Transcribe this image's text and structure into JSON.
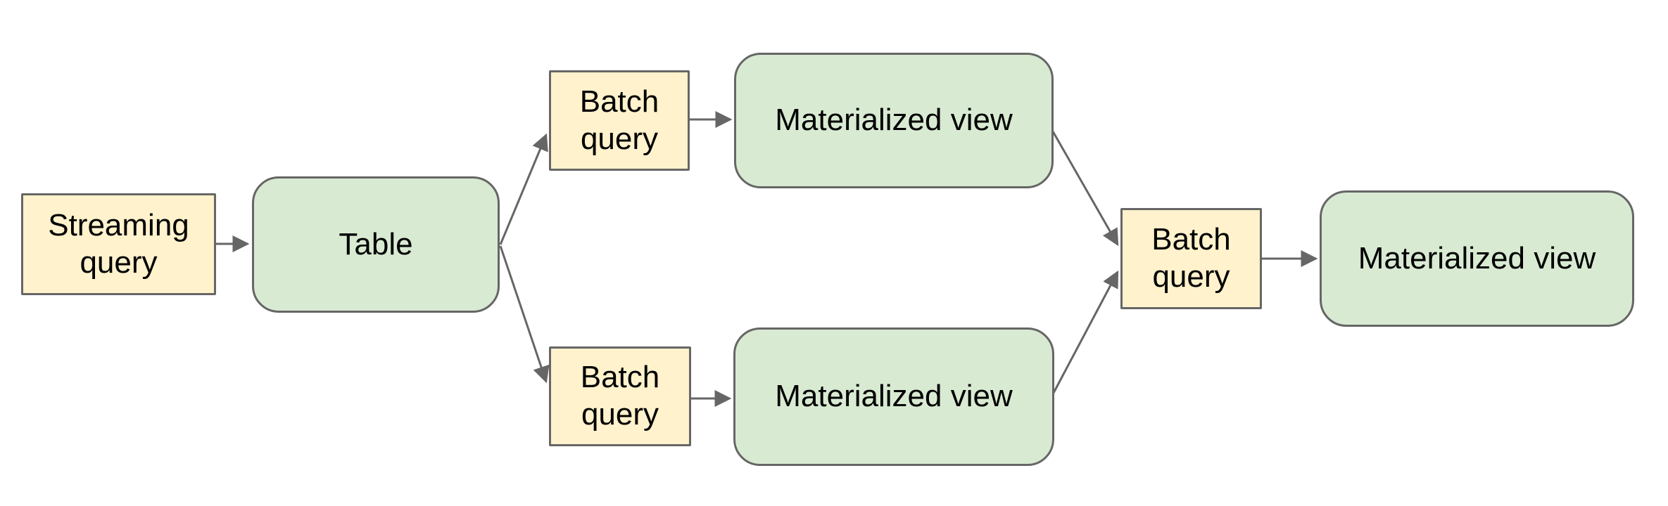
{
  "diagram": {
    "nodes": [
      {
        "id": "streaming-query",
        "label": "Streaming query",
        "type": "query"
      },
      {
        "id": "table",
        "label": "Table",
        "type": "table"
      },
      {
        "id": "batch-query-top",
        "label": "Batch query",
        "type": "query"
      },
      {
        "id": "materialized-view-top",
        "label": "Materialized view",
        "type": "view"
      },
      {
        "id": "batch-query-bottom",
        "label": "Batch query",
        "type": "query"
      },
      {
        "id": "materialized-view-bottom",
        "label": "Materialized view",
        "type": "view"
      },
      {
        "id": "batch-query-right",
        "label": "Batch query",
        "type": "query"
      },
      {
        "id": "materialized-view-final",
        "label": "Materialized view",
        "type": "view"
      }
    ],
    "edges": [
      {
        "from": "streaming-query",
        "to": "table"
      },
      {
        "from": "table",
        "to": "batch-query-top"
      },
      {
        "from": "table",
        "to": "batch-query-bottom"
      },
      {
        "from": "batch-query-top",
        "to": "materialized-view-top"
      },
      {
        "from": "batch-query-bottom",
        "to": "materialized-view-bottom"
      },
      {
        "from": "materialized-view-top",
        "to": "batch-query-right"
      },
      {
        "from": "materialized-view-bottom",
        "to": "batch-query-right"
      },
      {
        "from": "batch-query-right",
        "to": "materialized-view-final"
      }
    ],
    "colors": {
      "query_fill": "#FFF2CC",
      "view_fill": "#D9EAD3",
      "border": "#666666",
      "arrow": "#666666",
      "text": "#000000",
      "background": "#FFFFFF"
    }
  }
}
